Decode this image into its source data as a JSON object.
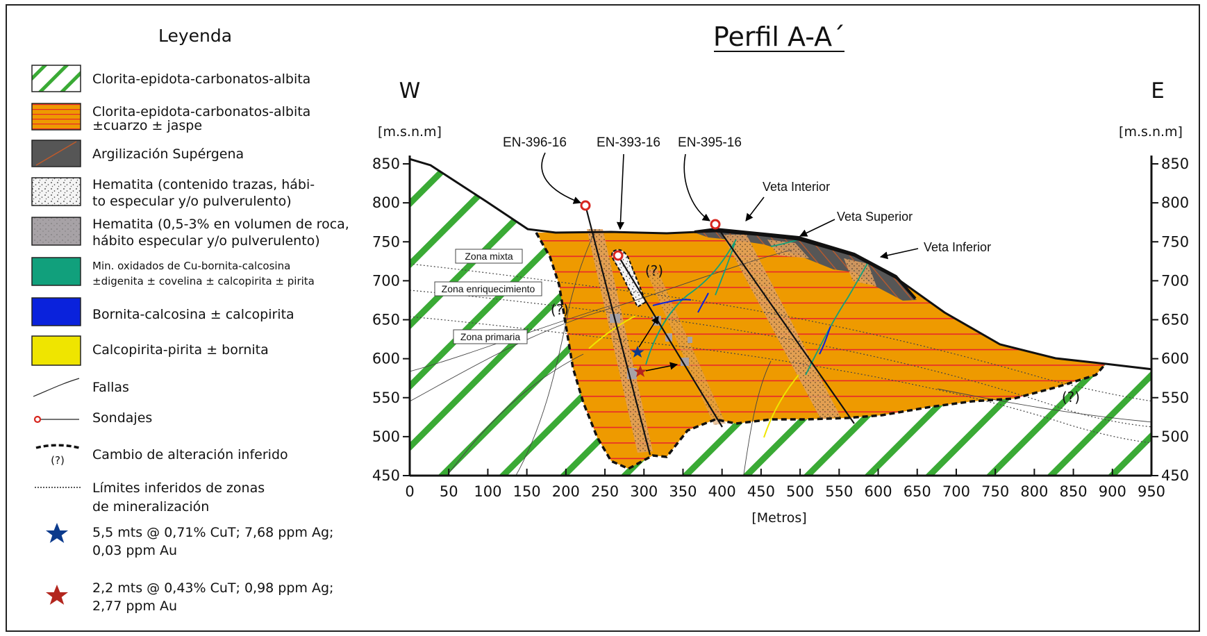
{
  "legend": {
    "title": "Leyenda",
    "items": [
      {
        "lines": [
          "Clorita-epidota-carbonatos-albita"
        ]
      },
      {
        "lines": [
          "Clorita-epidota-carbonatos-albita",
          "±cuarzo ± jaspe"
        ]
      },
      {
        "lines": [
          "Argilización Supérgena"
        ]
      },
      {
        "lines": [
          "Hematita (contenido trazas,  hábi-",
          "to especular y/o pulverulento)"
        ]
      },
      {
        "lines": [
          "Hematita (0,5-3% en volumen de roca,",
          "hábito especular y/o pulverulento)"
        ]
      },
      {
        "lines": [
          "Min. oxidados de Cu-bornita-calcosina",
          "±digenita ± covelina ± calcopirita ± pirita"
        ]
      },
      {
        "lines": [
          "Bornita-calcosina ± calcopirita"
        ]
      },
      {
        "lines": [
          "Calcopirita-pirita ± bornita"
        ]
      },
      {
        "lines": [
          "Fallas"
        ]
      },
      {
        "lines": [
          "Sondajes"
        ]
      },
      {
        "lines": [
          "Cambio de alteración inferido"
        ],
        "symbol_note": "(?)"
      },
      {
        "lines": [
          "Límites inferidos de zonas",
          "de mineralización"
        ]
      },
      {
        "lines": [
          "5,5 mts @ 0,71% CuT; 7,68 ppm Ag;",
          "0,03 ppm Au"
        ]
      },
      {
        "lines": [
          "2,2 mts @ 0,43% CuT; 0,98 ppm Ag;",
          "2,77 ppm Au"
        ]
      }
    ]
  },
  "profile": {
    "title": "Perfil A-A´",
    "west": "W",
    "east": "E",
    "y_unit_left": "[m.s.n.m]",
    "y_unit_right": "[m.s.n.m]",
    "x_unit": "[Metros]",
    "x_ticks": [
      0,
      50,
      100,
      150,
      200,
      250,
      300,
      350,
      400,
      450,
      500,
      550,
      600,
      650,
      700,
      750,
      800,
      850,
      900,
      950
    ],
    "y_ticks": [
      450,
      500,
      550,
      600,
      650,
      700,
      750,
      800,
      850
    ],
    "drillholes": [
      "EN-396-16",
      "EN-393-16",
      "EN-395-16"
    ],
    "veins": [
      "Veta Interior",
      "Veta Superior",
      "Veta Inferior"
    ],
    "zones": [
      "Zona mixta",
      "Zona enriquecimiento",
      "Zona primaria"
    ],
    "uncertain": "(?)"
  },
  "colors": {
    "green_hatch": "#3aaa35",
    "orange": "#ee9a00",
    "red_lines": "#e8262b",
    "argillic": "#5a5a5a",
    "hematite_grey": "#a7a2a6",
    "cu_oxide": "#11a07c",
    "bornite": "#0a22dc",
    "chalcopyrite": "#efe500",
    "drill_marker": "#d7261e",
    "star_blue": "#0b3a8c",
    "star_red": "#b3261e"
  }
}
